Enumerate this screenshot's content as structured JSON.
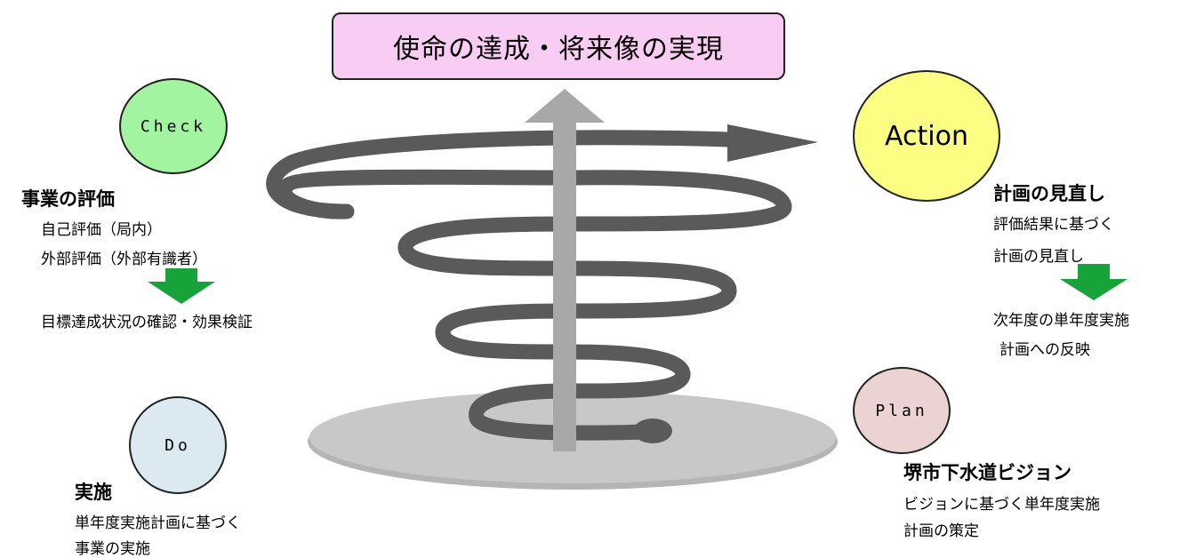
{
  "title": "使命の達成・将来像の実現",
  "cycle": {
    "check": {
      "circle_label": "Check",
      "heading": "事業の評価",
      "lines": [
        "自己評価（局内）",
        "外部評価（外部有識者）"
      ],
      "result": "目標達成状況の確認・効果検証"
    },
    "action": {
      "circle_label": "Action",
      "heading": "計画の見直し",
      "lines": [
        "評価結果に基づく",
        "計画の見直し"
      ],
      "result_lines": [
        "次年度の単年度実施",
        "計画への反映"
      ]
    },
    "do": {
      "circle_label": "Do",
      "heading": "実施",
      "lines": [
        "単年度実施計画に基づく",
        "事業の実施"
      ]
    },
    "plan": {
      "circle_label": "Plan",
      "heading": "堺市下水道ビジョン",
      "lines": [
        "ビジョンに基づく単年度実施",
        "計画の策定"
      ]
    }
  },
  "colors": {
    "title_bg": "#f9cdf3",
    "check": "#a3f4a0",
    "action": "#fcfe84",
    "do": "#dbe9f1",
    "plan": "#ecd3d3",
    "down_arrow": "#17a33a",
    "spiral": "#5a5a5a",
    "center_arrow": "#a8a8a8",
    "base_disc": "#c4c4c4"
  }
}
